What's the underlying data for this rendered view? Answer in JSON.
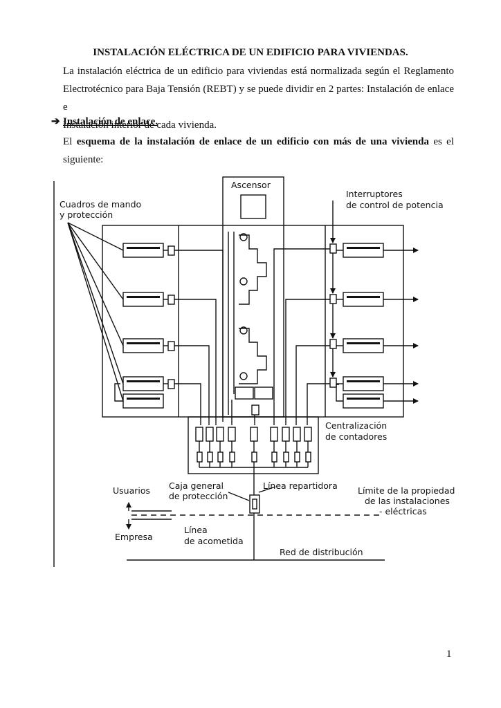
{
  "document": {
    "title": "INSTALACIÓN ELÉCTRICA DE UN EDIFICIO PARA VIVIENDAS.",
    "intro_lines": [
      "La instalación eléctrica de un edificio para viviendas está normalizada según el Reglamento",
      "Electrotécnico para Baja Tensión (REBT) y se puede dividir en 2 partes: Instalación de enlace e",
      "Instalación interior de cada vivienda."
    ],
    "bullet_icon": "right-arrow-icon",
    "section_heading": "Instalación de enlace.",
    "scheme_prefix": "El",
    "scheme_bold": "esquema de la instalación de enlace de un edificio con más de una vivienda",
    "scheme_suffix": "es el",
    "scheme_line2": "siguiente:",
    "page_number": "1"
  },
  "diagram": {
    "label_ascensor": "Ascensor",
    "label_interruptores_1": "Interruptores",
    "label_interruptores_2": "de control de potencia",
    "label_cuadros_1": "Cuadros de mando",
    "label_cuadros_2": "y protección",
    "label_centralizacion_1": "Centralización",
    "label_centralizacion_2": "de contadores",
    "label_usuarios": "Usuarios",
    "label_caja_1": "Caja general",
    "label_caja_2": "de protección",
    "label_linea_repartidora": "Línea repartidora",
    "label_limite_1": "Límite de la propiedad",
    "label_limite_2": "de las instalaciones",
    "label_limite_3": "- eléctricas",
    "label_empresa": "Empresa",
    "label_acometida_1": "Línea",
    "label_acometida_2": "de acometida",
    "label_red": "Red de distribución"
  }
}
